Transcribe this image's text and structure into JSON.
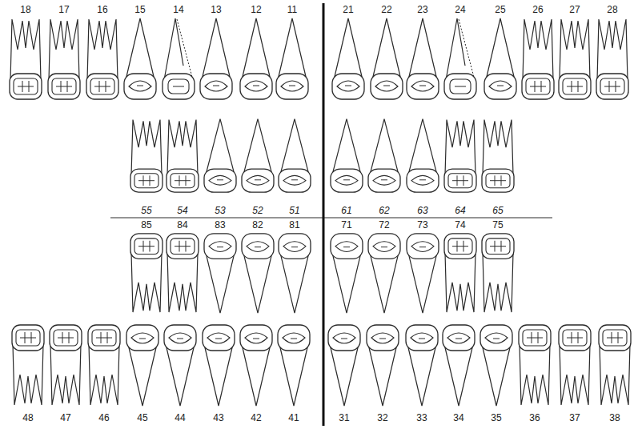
{
  "diagram": {
    "labels": [
      "18",
      "17",
      "16",
      "15",
      "14",
      "13",
      "12",
      "11",
      "21",
      "22",
      "23",
      "24",
      "25",
      "26",
      "27",
      "28",
      "55",
      "54",
      "53",
      "52",
      "51",
      "61",
      "62",
      "63",
      "64",
      "65",
      "85",
      "84",
      "83",
      "82",
      "81",
      "71",
      "72",
      "73",
      "74",
      "75",
      "48",
      "47",
      "46",
      "45",
      "44",
      "43",
      "42",
      "41",
      "31",
      "32",
      "33",
      "34",
      "35",
      "36",
      "37",
      "38"
    ]
  }
}
